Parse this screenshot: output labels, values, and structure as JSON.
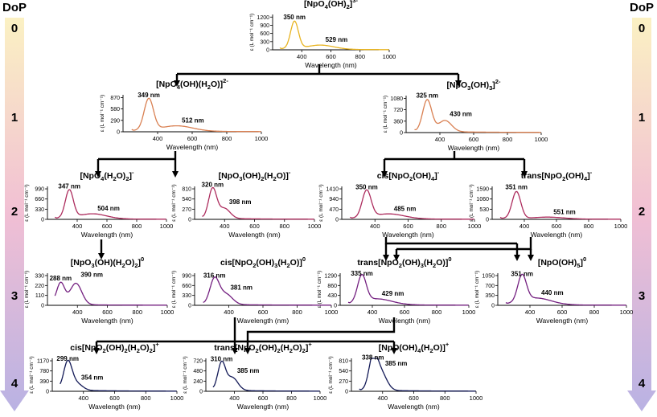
{
  "dop": {
    "title": "DoP",
    "levels": [
      "0",
      "1",
      "2",
      "3",
      "4"
    ]
  },
  "axis_common": {
    "xlabel": "Wavelength (nm)",
    "ylabel": "ε (L mol⁻¹ cm⁻¹)",
    "xticks": [
      "400",
      "600",
      "800",
      "1000"
    ]
  },
  "colors": {
    "dop0": "#e8b422",
    "dop1": "#d98052",
    "dop2": "#ad2d5e",
    "dop3": "#742080",
    "dop4": "#131a57",
    "arrow": "#000000",
    "scale_top": "#fbf1c3",
    "scale_mid": "#f1bfd4",
    "scale_bottom": "#b9b2e3"
  },
  "chart_data": [
    {
      "type": "line",
      "title": "[NpO4(OH)2]3-",
      "dop": 0,
      "yticks": [
        0,
        300,
        600,
        900,
        1200
      ],
      "peaks": [
        {
          "nm": 350,
          "eps": 1000,
          "label": "350 nm"
        },
        {
          "nm": 529,
          "eps": 170,
          "label": "529 nm"
        }
      ]
    },
    {
      "type": "line",
      "title": "[NpO4(OH)(H2O)]2-",
      "dop": 1,
      "yticks": [
        0,
        290,
        580,
        870
      ],
      "peaks": [
        {
          "nm": 349,
          "eps": 800,
          "label": "349 nm"
        },
        {
          "nm": 512,
          "eps": 150,
          "label": "512 nm"
        }
      ]
    },
    {
      "type": "line",
      "title": "[NpO3(OH)3]2-",
      "dop": 1,
      "yticks": [
        0,
        360,
        720,
        1080
      ],
      "peaks": [
        {
          "nm": 325,
          "eps": 1000,
          "label": "325 nm"
        },
        {
          "nm": 430,
          "eps": 420,
          "label": "430 nm"
        }
      ]
    },
    {
      "type": "line",
      "title": "[NpO4(H2O)2]-",
      "dop": 2,
      "yticks": [
        0,
        330,
        660,
        990
      ],
      "peaks": [
        {
          "nm": 347,
          "eps": 900,
          "label": "347 nm"
        },
        {
          "nm": 504,
          "eps": 180,
          "label": "504 nm"
        }
      ]
    },
    {
      "type": "line",
      "title": "[NpO3(OH)2(H2O)]-",
      "dop": 2,
      "yticks": [
        0,
        270,
        540,
        810
      ],
      "peaks": [
        {
          "nm": 320,
          "eps": 780,
          "label": "320 nm"
        },
        {
          "nm": 398,
          "eps": 320,
          "label": "398 nm"
        }
      ]
    },
    {
      "type": "line",
      "title": "cis[NpO2(OH)4]-",
      "dop": 2,
      "yticks": [
        0,
        470,
        940,
        1410
      ],
      "peaks": [
        {
          "nm": 350,
          "eps": 1250,
          "label": "350 nm"
        },
        {
          "nm": 485,
          "eps": 250,
          "label": "485 nm"
        }
      ]
    },
    {
      "type": "line",
      "title": "trans[NpO2(OH)4]-",
      "dop": 2,
      "yticks": [
        0,
        530,
        1060,
        1590
      ],
      "peaks": [
        {
          "nm": 351,
          "eps": 1400,
          "label": "351 nm"
        },
        {
          "nm": 551,
          "eps": 100,
          "label": "551 nm"
        }
      ]
    },
    {
      "type": "line",
      "title": "[NpO3(OH)(H2O)2]0",
      "dop": 3,
      "yticks": [
        0,
        110,
        220,
        330
      ],
      "peaks": [
        {
          "nm": 288,
          "eps": 240,
          "label": "288 nm"
        },
        {
          "nm": 390,
          "eps": 280,
          "label": "390 nm"
        }
      ]
    },
    {
      "type": "line",
      "title": "cis[NpO2(OH)3(H2O)]0",
      "dop": 3,
      "yticks": [
        0,
        330,
        660,
        990
      ],
      "peaks": [
        {
          "nm": 316,
          "eps": 820,
          "label": "316 nm"
        },
        {
          "nm": 381,
          "eps": 420,
          "label": "381 nm"
        }
      ]
    },
    {
      "type": "line",
      "title": "trans[NpO2(OH)3(H2O)]0",
      "dop": 3,
      "yticks": [
        0,
        430,
        860,
        1290
      ],
      "peaks": [
        {
          "nm": 335,
          "eps": 1150,
          "label": "335 nm"
        },
        {
          "nm": 429,
          "eps": 280,
          "label": "429 nm"
        }
      ]
    },
    {
      "type": "line",
      "title": "[NpO(OH)5]0",
      "dop": 3,
      "yticks": [
        0,
        350,
        700,
        1050
      ],
      "peaks": [
        {
          "nm": 351,
          "eps": 920,
          "label": "351 nm"
        },
        {
          "nm": 440,
          "eps": 260,
          "label": "440 nm"
        }
      ]
    },
    {
      "type": "line",
      "title": "cis[NpO2(OH)2(H2O)2]+",
      "dop": 4,
      "yticks": [
        0,
        390,
        780,
        1170
      ],
      "peaks": [
        {
          "nm": 299,
          "eps": 1050,
          "label": "299 nm"
        },
        {
          "nm": 354,
          "eps": 320,
          "label": "354 nm"
        }
      ]
    },
    {
      "type": "line",
      "title": "trans[NpO2(OH)2(H2O)2]+",
      "dop": 4,
      "yticks": [
        0,
        240,
        480,
        720
      ],
      "peaks": [
        {
          "nm": 310,
          "eps": 640,
          "label": "310 nm"
        },
        {
          "nm": 385,
          "eps": 360,
          "label": "385 nm"
        }
      ]
    },
    {
      "type": "line",
      "title": "[NpO(OH)4(H2O)]+",
      "dop": 4,
      "yticks": [
        0,
        270,
        540,
        810
      ],
      "peaks": [
        {
          "nm": 338,
          "eps": 760,
          "label": "338 nm"
        },
        {
          "nm": 385,
          "eps": 600,
          "label": "385 nm"
        }
      ]
    }
  ]
}
